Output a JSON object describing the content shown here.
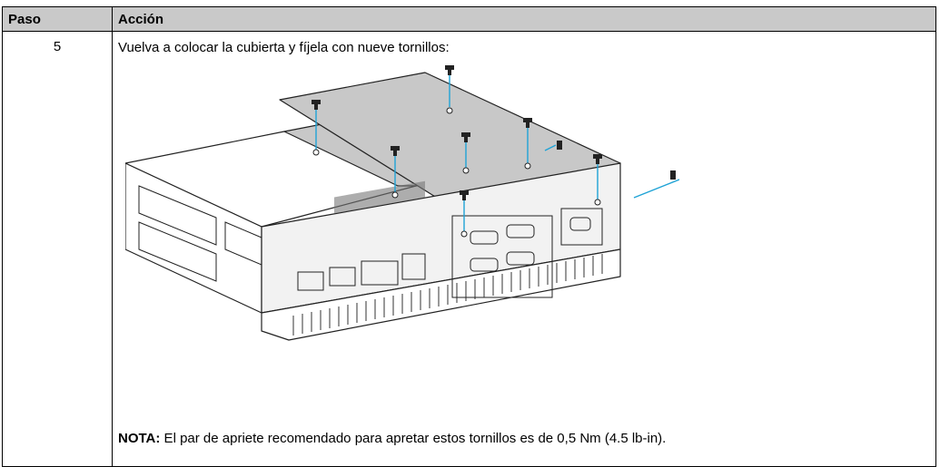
{
  "table": {
    "headers": {
      "step": "Paso",
      "action": "Acción"
    },
    "rows": [
      {
        "step": "5",
        "instruction": "Vuelva a colocar la cubierta y fíjela con nueve tornillos:",
        "note_label": "NOTA:",
        "note_text": " El par de apriete recomendado para apretar estos tornillos es de 0,5 Nm (4.5 lb-in)."
      }
    ]
  },
  "figure": {
    "description_icon": "screw-assembly-illustration",
    "accent_color": "#1fa3d6",
    "cover_color": "#c8c8c8"
  }
}
